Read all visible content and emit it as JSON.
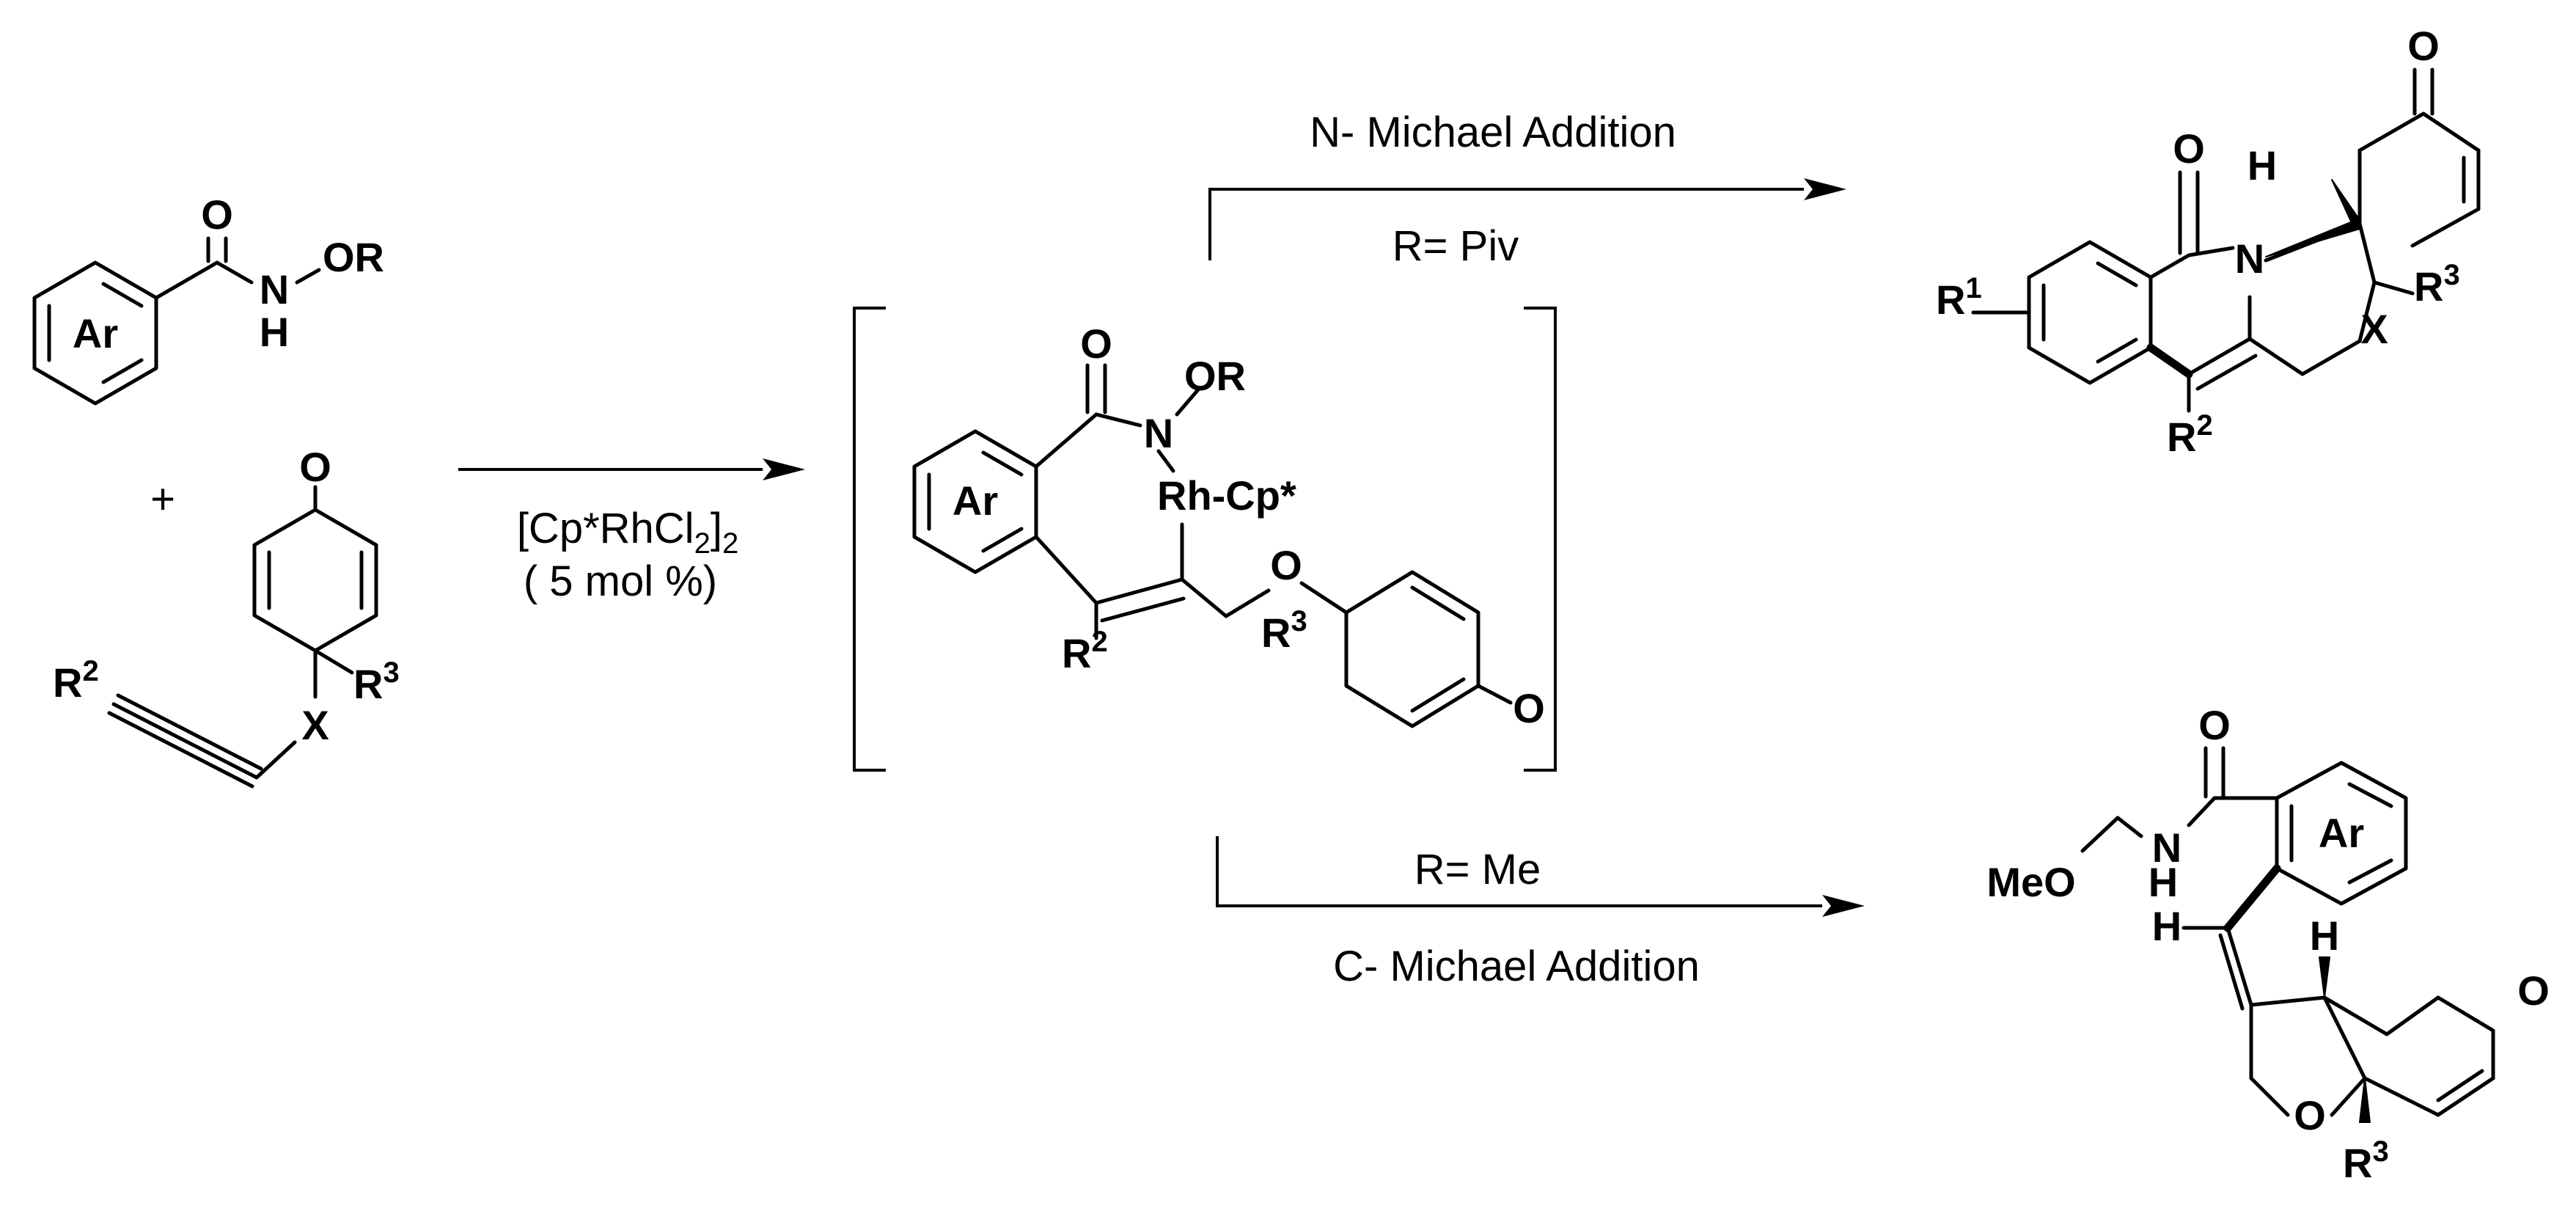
{
  "reactant1": {
    "ring_label": "Ar",
    "carbonyl_O": "O",
    "nitrogen": "N",
    "oxy_group": "OR",
    "amide_H": "H"
  },
  "plus_sign": "+",
  "reactant2": {
    "carbonyl_O": "O",
    "R2": "R",
    "R2_sup": "2",
    "linker": "X",
    "R3": "R",
    "R3_sup": "3"
  },
  "conditions": {
    "catalyst_main": "[Cp*RhCl",
    "catalyst_sub1": "2",
    "catalyst_bracket": "]",
    "catalyst_sub2": "2",
    "loading": "( 5 mol %)"
  },
  "intermediate": {
    "ring_label": "Ar",
    "carbonyl_O": "O",
    "nitrogen": "N",
    "oxy_group": "OR",
    "metal": "Rh",
    "ligand": "-Cp*",
    "ether_O": "O",
    "R2": "R",
    "R2_sup": "2",
    "R3": "R",
    "R3_sup": "3",
    "dienone_O": "O"
  },
  "top_pathway": {
    "label": "N- Michael Addition",
    "condition": "R= Piv"
  },
  "bottom_pathway": {
    "condition": "R= Me",
    "label": "C- Michael Addition"
  },
  "product_top": {
    "ketone_O": "O",
    "lactam_O": "O",
    "H": "H",
    "nitrogen": "N",
    "R1": "R",
    "R1_sup": "1",
    "R2": "R",
    "R2_sup": "2",
    "R3": "R",
    "R3_sup": "3",
    "linker": "X"
  },
  "product_bottom": {
    "amide_O": "O",
    "methoxy": "MeO",
    "nitrogen": "N",
    "amide_H": "H",
    "vinyl_H": "H",
    "ring_label": "Ar",
    "H": "H",
    "ketone_O": "O",
    "ether_O": "O",
    "R3": "R",
    "R3_sup": "3"
  }
}
